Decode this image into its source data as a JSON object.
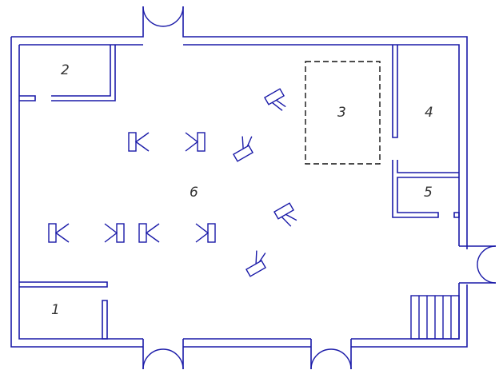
{
  "plan": {
    "room_labels": {
      "room_1": "1",
      "room_2": "2",
      "room_3": "3",
      "room_4": "4",
      "room_5": "5",
      "room_6": "6"
    },
    "colors": {
      "walls": "#1a1aa8",
      "dashed_area": "#111111",
      "labels": "#333333"
    },
    "symbols": {
      "fixture_icon": "camera-icon",
      "exit_icon": "double-door-icon",
      "stairs_icon": "stairs-icon"
    }
  }
}
